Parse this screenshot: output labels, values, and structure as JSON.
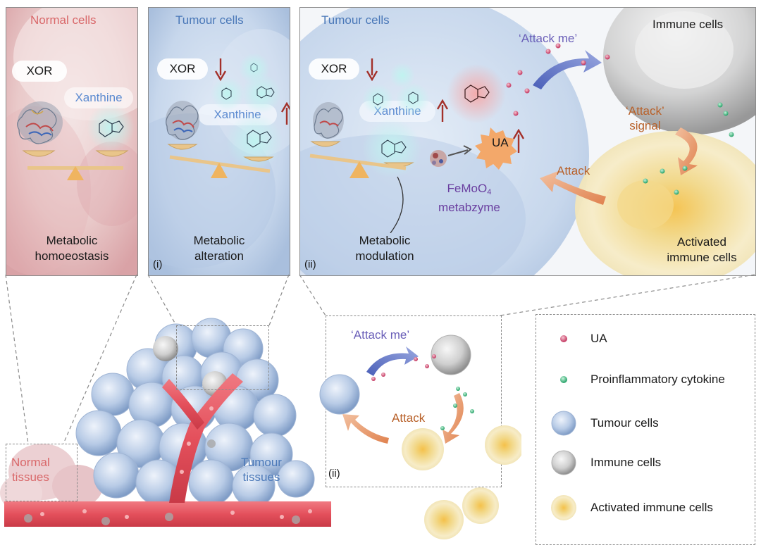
{
  "panel_normal": {
    "header": "Normal cells",
    "xor": "XOR",
    "xanthine": "Xanthine",
    "caption_line1": "Metabolic",
    "caption_line2": "homoeostasis"
  },
  "panel_i": {
    "header": "Tumour cells",
    "xor": "XOR",
    "xanthine": "Xanthine",
    "caption_line1": "Metabolic",
    "caption_line2": "alteration",
    "marker": "(i)"
  },
  "panel_ii": {
    "header": "Tumour cells",
    "xor": "XOR",
    "xanthine": "Xanthine",
    "ua": "UA",
    "nanozyme_line1": "FeMoO",
    "nanozyme_sub": "4",
    "nanozyme_line2": "metabzyme",
    "caption_line1": "Metabolic",
    "caption_line2": "modulation",
    "marker": "(ii)",
    "attack_me": "‘Attack me’",
    "immune_cells": "Immune cells",
    "attack_signal_line1": "‘Attack’",
    "attack_signal_line2": "signal",
    "attack": "Attack",
    "activated_line1": "Activated",
    "activated_line2": "immune cells"
  },
  "tissue": {
    "normal_line1": "Normal",
    "normal_line2": "tissues",
    "tumour_line1": "Tumour",
    "tumour_line2": "tissues"
  },
  "inset": {
    "attack_me": "‘Attack me’",
    "attack": "Attack",
    "marker": "(ii)"
  },
  "legend": {
    "items": [
      {
        "icon": "ua-dot-icon",
        "label": "UA"
      },
      {
        "icon": "cytokine-dot-icon",
        "label": "Proinflammatory cytokine"
      },
      {
        "icon": "tumour-cell-icon",
        "label": "Tumour cells"
      },
      {
        "icon": "immune-cell-icon",
        "label": "Immune cells"
      },
      {
        "icon": "activated-immune-cell-icon",
        "label": "Activated immune cells"
      }
    ]
  },
  "colors": {
    "normal_header": "#d9686a",
    "tumour_header": "#4a78b8",
    "xanthine_text": "#5b8ad0",
    "attack_orange": "#b8612a",
    "attack_me_purple": "#6a5fb8",
    "arrow_dark_red": "#a3302a",
    "nanozyme_purple": "#6a3fa0"
  }
}
